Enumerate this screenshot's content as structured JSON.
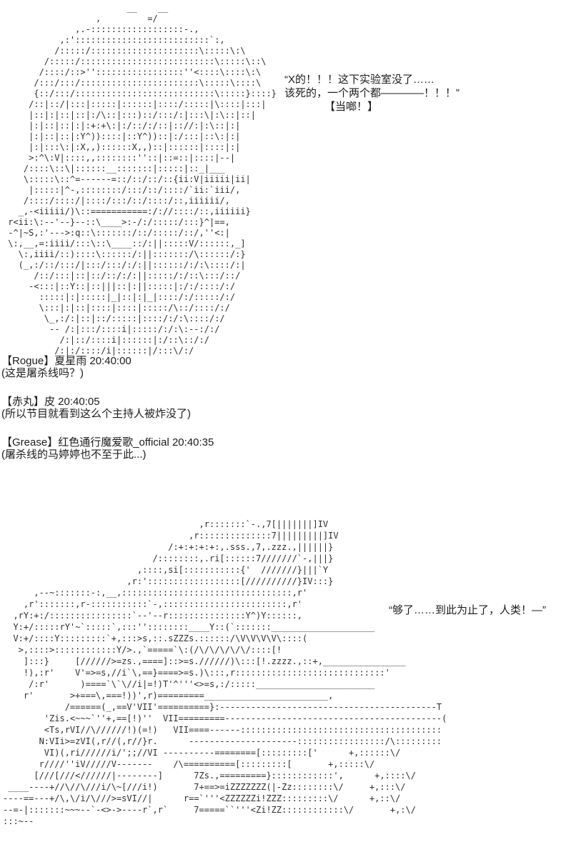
{
  "page": {
    "background": "#ffffff",
    "text_color": "#1c1c1c",
    "aa_color": "#2e2e2e"
  },
  "dialogue_top": {
    "line1": "“X的！！！这下实验室没了……",
    "line2": "该死的，一个两个都————！！！”",
    "line3": "【当啷！】"
  },
  "dialogue_bottom": {
    "text": "“够了……到此为止了，人类！—”"
  },
  "chat": {
    "messages": [
      {
        "header": "【Rogue】夏星雨 20:40:00",
        "body": "(这是屠杀线吗？)"
      },
      {
        "header": "【赤丸】皮 20:40:05",
        "body": "(所以节目就看到这么个主持人被炸没了)"
      },
      {
        "header": "【Grease】红色通行魔爱歌_official 20:40:35",
        "body": "(屠杀线的马婷婷也不至于此...)"
      }
    ]
  },
  "ascii_art_top": {
    "description": "ascii-art-figure-host-explosion",
    "lines": [
      "                        __    __",
      "                  ,         =/",
      "              ,.-::::::::::::::::::-.,",
      "           ,:'::::::::::::::::::::::::::`:,",
      "          /:::::/:::::::::::::::::::::\\:::::\\:\\",
      "        /:::::/::::::::::::::::::::::::::\\:::::\\::\\",
      "       /::::/::>'':::::::::::::::::''<::::\\::::\\:\\",
      "      /:::/:::/:::::::::::::::::::::::\\:::::\\::::\\",
      "      {::/:::/:::::::::::::::::::::::::::\\:::::}::::}",
      "     /::|::/|:::|:::::|::::::|::::/:::::|\\::::|:::|",
      "     |::|:|::|::|:/\\::|:::)::/:::/:|:::\\|:\\::|::|",
      "     |:|::|::|:|:+:+\\:|:/::/:/::|:://:|:\\::|:|",
      "     |:|::|::|:Y^))::::|::Y^))::|:/:::|::\\:|:|",
      "     |:|:::\\:|:X,,)::::::X,,)::|::::::|::::|:|",
      "     >:^\\:V|::::,,::::::::''::|::=::|::::|--|",
      "    /::::\\::\\|::::::__:::::::|:::::|::_|___",
      "    \\:::::\\::^=------=::/::/::/::{ii:V|iiiii|ii|",
      "     |:::::|^-,::::::::/:::/::/::::/`ii:`iii/,",
      "    /::::/::::/|::::/:::/::/::::/::,iiiiii/,",
      "   _,-<iiiii/)\\::===========:/://::::/::,iiiiii}",
      " r<ii:\\:--'--}--::\\____>:-/:/:::::/:::}^|==,",
      " -^|~S,:'--->:q::\\:::::::/::/:::::/::/,''<:|",
      " \\:,__,=:iiii/:::\\::\\____::/:||:::::V/::::::,_]",
      "   \\:,iiii/::)::::\\::::::/:||:::::::/\\::::::/:}",
      "   (_,:/::/:::/|:::/:::/:/:||::::::/:/:\\::::/:|",
      "      /::/:::|::|::/::/:/:||:::::/:/::\\:::/::/",
      "     -<:::|::Y::|::|||::|:||:::::|:/:/::::/:/",
      "       :::::|:|:::::|_|::|:|_|::::/:/:::::/:/",
      "       \\:::|:|::|::::|::::|:::::/\\::/::::/:/",
      "        \\_,:/:|::|::/:::::|::::/:/:\\::::/:/",
      "         -- /:|:::/::::i|:::::/:/:\\:--:/:/",
      "           /:|::/::::i|::::::|:/::\\::/:/",
      "          /:|:/::::/i|::::::|/:::\\/:/"
    ]
  },
  "ascii_art_bottom": {
    "description": "ascii-art-figure-monster",
    "lines": [
      "                                      ,r:::::::`-.,7[|||||||]IV",
      "                                    ,r::::::::::::::7|||||||||]IV",
      "                                /:+:+:+:+:,.sss.,7,.zzz.,||||||}",
      "                             /::::::::,.ri[::::::7///////`-,|||}",
      "                          ,::::,si[:::::::::::{'  ///////}|||`Y",
      "                        ,r:'::::::::::::::::::[//////////}IV:::}",
      "      ,--~:::::::-:,__,:::::::::::::::::::::::::::::::::,r'",
      "    ,r':::::::,r-:::::::::::`-,::::::::::::::::::::::::,r'",
      "  ,rY:+:/::::::::::::::::`--'--r:::::::::::::::Y^)Y::::::,",
      "  Y:+/:::::rY'~`:::::`,:::''::::::::____Y::(`:::::::____________________",
      "  V:+/::::Y:::::::::`+,:::>s,::.sZZZs.::::::/\\V\\V\\V\\V\\::::(",
      "   >,::::>::::::::::::Y/>.,`=====`\\:(/\\/\\/\\/\\/\\/::::[!",
      "    ]:::}     [//////>=zs.,====]::>=s.//////)\\:::[!.zzzz.,::+,________________",
      "    !),:r'    V'=>=s,//i`\\,==}====>=s.)\\:::,r:::::::::::::::::::::::::::::'",
      "     /:r'      )====`\\`\\//i|=!)T'^'''<>=s,:/:::::_______________________",
      "    r'       >+===\\,===!))',r)=========________________________,",
      "            /======(_,==V'VII'==========}:------------------------------------------T",
      "        'Zis.<~~~`''+,==[!)''  VII=========------------------------------------------(",
      "        <Ts,rVI//\\//////!)(=!)   VII====------:::::::::::::::::::::::::::::::::::::::",
      "       N:VIi>=zVI(,r//(,r//}r.      ---------------------:::::::::::::::::/\\:::::::::",
      "        VI)(,ri//////i/';;//VI ----------========[:::::::::['      +,::::::\\/",
      "       r////''iV/////V-------    /\\==========[:::::::::[       +,:::::\\/",
      "      [///[///<//////|--------]      7Zs.,=========}::::::::::::',      +,::::\\/",
      " ____----+//\\//\\///i/\\~[///i!)       7+==>=iZZZZZZZ(|-Zz::::::::\\/     +,:::\\/",
      "----==---+/\\,\\/i/\\///>=sVI//|      r==`'''<ZZZZZZi!ZZZ:::::::::\\/      +,::\\/",
      "--=-|:::::::~~~--`-<>->----r`,r`     7=====``'''<Zi!ZZ::::::::::::\\/       +,:\\/",
      ":::~--"
    ]
  }
}
